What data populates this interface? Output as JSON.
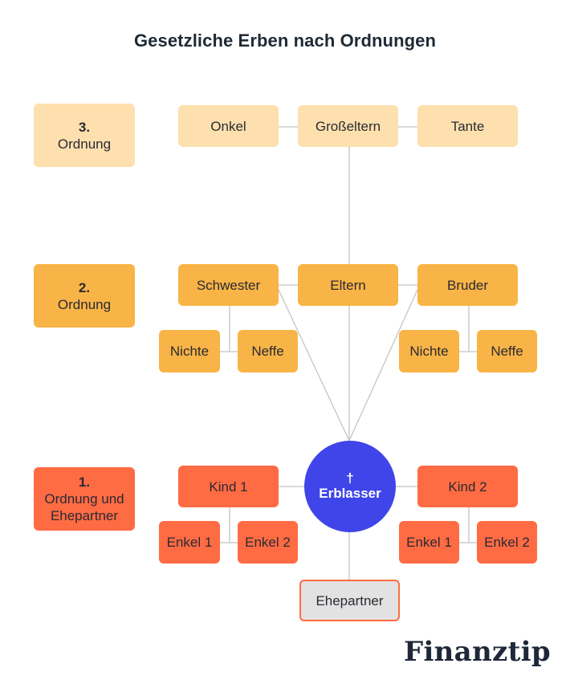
{
  "title": "Gesetzliche Erben nach Ordnungen",
  "colors": {
    "ordnung3": "#fde0ae",
    "ordnung2": "#f8b446",
    "ordnung1": "#ff6b43",
    "erblasser": "#3f45e8",
    "ehepartner_fill": "#e2e2e2",
    "connector": "#c4c4c4"
  },
  "legend": {
    "ordnung3": {
      "number": "3.",
      "text": "Ordnung"
    },
    "ordnung2": {
      "number": "2.",
      "text": "Ordnung"
    },
    "ordnung1": {
      "number": "1.",
      "text_line1": "Ordnung und",
      "text_line2": "Ehepartner"
    }
  },
  "ordnung3": {
    "onkel": "Onkel",
    "grosseltern": "Großeltern",
    "tante": "Tante"
  },
  "ordnung2": {
    "schwester": "Schwester",
    "eltern": "Eltern",
    "bruder": "Bruder",
    "nichte_left": "Nichte",
    "neffe_left": "Neffe",
    "nichte_right": "Nichte",
    "neffe_right": "Neffe"
  },
  "erblasser": {
    "symbol": "†",
    "label": "Erblasser"
  },
  "ordnung1": {
    "kind1": "Kind 1",
    "kind2": "Kind 2",
    "enkel1_left": "Enkel 1",
    "enkel2_left": "Enkel 2",
    "enkel1_right": "Enkel 1",
    "enkel2_right": "Enkel 2",
    "ehepartner": "Ehepartner"
  },
  "brand": "Finanztip"
}
